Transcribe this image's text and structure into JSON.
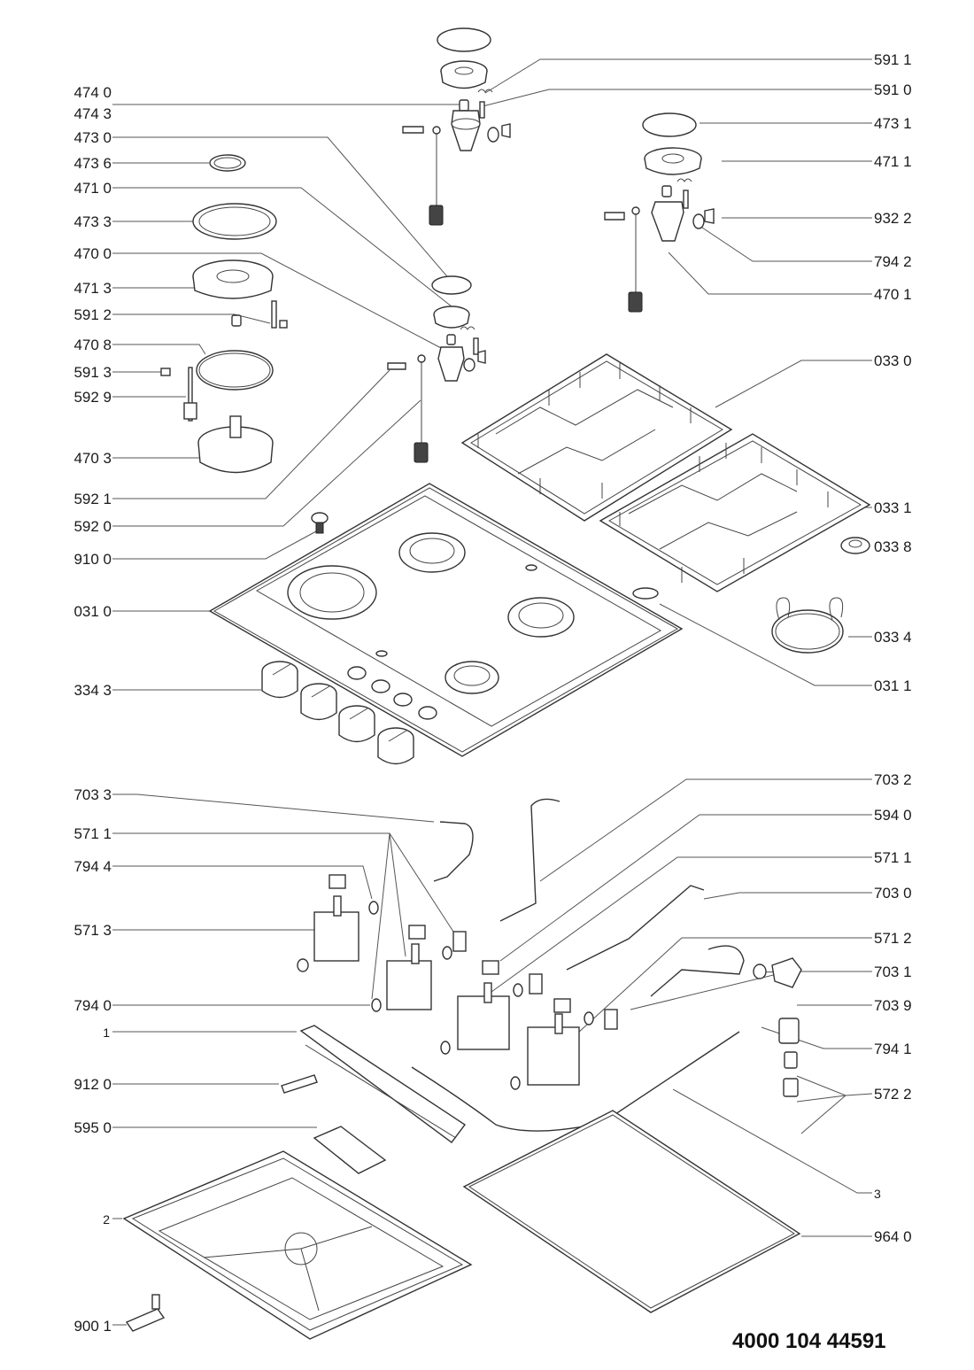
{
  "diagram": {
    "title": "Gas hob exploded parts diagram",
    "catalog_number": "4000 104 44591",
    "left_labels": [
      {
        "id": "474-0",
        "text": "474 0"
      },
      {
        "id": "474-3",
        "text": "474 3"
      },
      {
        "id": "473-0",
        "text": "473 0"
      },
      {
        "id": "473-6",
        "text": "473 6"
      },
      {
        "id": "471-0",
        "text": "471 0"
      },
      {
        "id": "473-3",
        "text": "473 3"
      },
      {
        "id": "470-0",
        "text": "470 0"
      },
      {
        "id": "471-3",
        "text": "471 3"
      },
      {
        "id": "591-2",
        "text": "591 2"
      },
      {
        "id": "470-8",
        "text": "470 8"
      },
      {
        "id": "591-3",
        "text": "591 3"
      },
      {
        "id": "592-9",
        "text": "592 9"
      },
      {
        "id": "470-3",
        "text": "470 3"
      },
      {
        "id": "592-1",
        "text": "592 1"
      },
      {
        "id": "592-0",
        "text": "592 0"
      },
      {
        "id": "910-0",
        "text": "910 0"
      },
      {
        "id": "031-0",
        "text": "031 0"
      },
      {
        "id": "334-3",
        "text": "334 3"
      },
      {
        "id": "703-3",
        "text": "703 3"
      },
      {
        "id": "571-1-left",
        "text": "571 1"
      },
      {
        "id": "794-4",
        "text": "794 4"
      },
      {
        "id": "571-3",
        "text": "571 3"
      },
      {
        "id": "794-0",
        "text": "794 0"
      },
      {
        "id": "1",
        "text": "1"
      },
      {
        "id": "912-0",
        "text": "912 0"
      },
      {
        "id": "595-0",
        "text": "595 0"
      },
      {
        "id": "2",
        "text": "2"
      },
      {
        "id": "900-1",
        "text": "900 1"
      }
    ],
    "right_labels": [
      {
        "id": "591-1",
        "text": "591 1"
      },
      {
        "id": "591-0",
        "text": "591 0"
      },
      {
        "id": "473-1",
        "text": "473 1"
      },
      {
        "id": "471-1",
        "text": "471 1"
      },
      {
        "id": "932-2",
        "text": "932 2"
      },
      {
        "id": "794-2",
        "text": "794 2"
      },
      {
        "id": "470-1",
        "text": "470 1"
      },
      {
        "id": "033-0",
        "text": "033 0"
      },
      {
        "id": "033-1",
        "text": "033 1"
      },
      {
        "id": "033-8",
        "text": "033 8"
      },
      {
        "id": "033-4",
        "text": "033 4"
      },
      {
        "id": "031-1",
        "text": "031 1"
      },
      {
        "id": "703-2",
        "text": "703 2"
      },
      {
        "id": "594-0",
        "text": "594 0"
      },
      {
        "id": "571-1-right",
        "text": "571 1"
      },
      {
        "id": "703-0",
        "text": "703 0"
      },
      {
        "id": "571-2",
        "text": "571 2"
      },
      {
        "id": "703-1",
        "text": "703 1"
      },
      {
        "id": "703-9",
        "text": "703 9"
      },
      {
        "id": "794-1",
        "text": "794 1"
      },
      {
        "id": "572-2",
        "text": "572 2"
      },
      {
        "id": "3",
        "text": "3"
      },
      {
        "id": "964-0",
        "text": "964 0"
      }
    ]
  }
}
